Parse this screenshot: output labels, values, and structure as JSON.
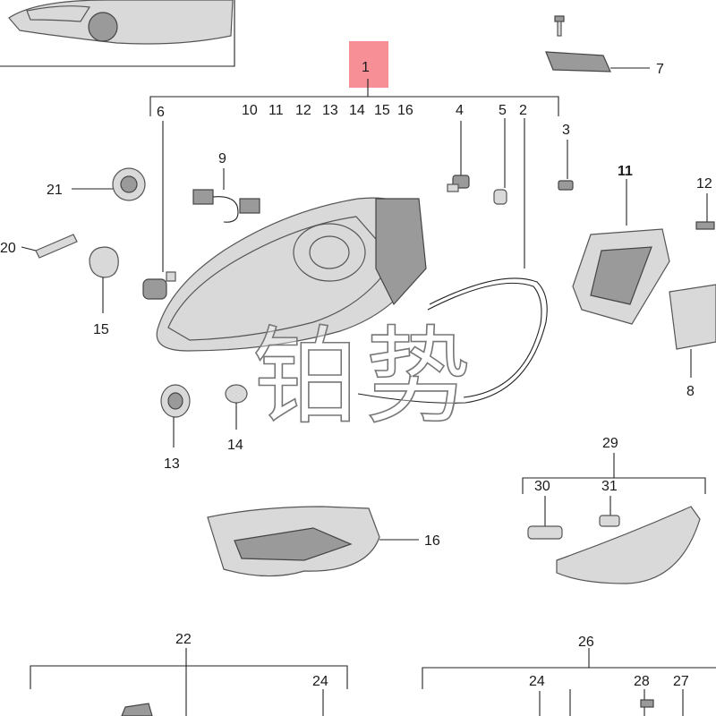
{
  "diagram": {
    "highlight_color": "#f47c84",
    "callouts": {
      "c1": "1",
      "c2": "2",
      "c3": "3",
      "c4": "4",
      "c5": "5",
      "c6": "6",
      "c7": "7",
      "c8": "8",
      "c9": "9",
      "c11": "11",
      "c12": "12",
      "c13": "13",
      "c14": "14",
      "c15": "15",
      "c16": "16",
      "c20": "20",
      "c21": "21",
      "c22": "22",
      "c24a": "24",
      "c24b": "24",
      "c26": "26",
      "c27": "27",
      "c28": "28",
      "c29": "29",
      "c30": "30",
      "c31": "31"
    },
    "subparts_row": [
      "10",
      "11",
      "12",
      "13",
      "14",
      "15",
      "16"
    ]
  },
  "watermark": {
    "char1": "铂",
    "char2": "势"
  }
}
